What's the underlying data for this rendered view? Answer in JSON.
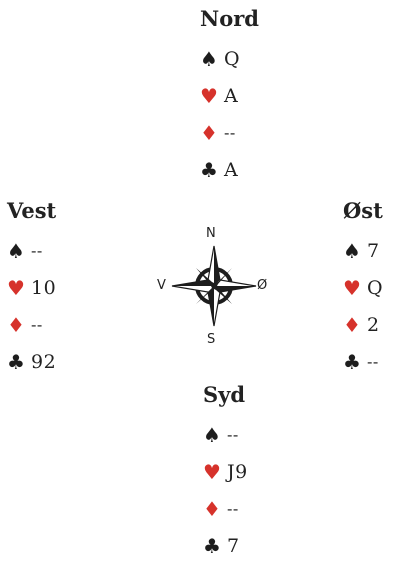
{
  "north": {
    "title": "Nord",
    "rows": [
      {
        "suit": "spade",
        "symbol": "♠",
        "color": "#1d1d1d",
        "cards": "Q"
      },
      {
        "suit": "heart",
        "symbol": "♥",
        "color": "#d6322b",
        "cards": "A"
      },
      {
        "suit": "diamond",
        "symbol": "♦",
        "color": "#d6322b",
        "cards": "--"
      },
      {
        "suit": "club",
        "symbol": "♣",
        "color": "#1d1d1d",
        "cards": "A"
      }
    ]
  },
  "west": {
    "title": "Vest",
    "rows": [
      {
        "suit": "spade",
        "symbol": "♠",
        "color": "#1d1d1d",
        "cards": "--"
      },
      {
        "suit": "heart",
        "symbol": "♥",
        "color": "#d6322b",
        "cards": "10"
      },
      {
        "suit": "diamond",
        "symbol": "♦",
        "color": "#d6322b",
        "cards": "--"
      },
      {
        "suit": "club",
        "symbol": "♣",
        "color": "#1d1d1d",
        "cards": "92"
      }
    ]
  },
  "east": {
    "title": "Øst",
    "rows": [
      {
        "suit": "spade",
        "symbol": "♠",
        "color": "#1d1d1d",
        "cards": "7"
      },
      {
        "suit": "heart",
        "symbol": "♥",
        "color": "#d6322b",
        "cards": "Q"
      },
      {
        "suit": "diamond",
        "symbol": "♦",
        "color": "#d6322b",
        "cards": "2"
      },
      {
        "suit": "club",
        "symbol": "♣",
        "color": "#1d1d1d",
        "cards": "--"
      }
    ]
  },
  "south": {
    "title": "Syd",
    "rows": [
      {
        "suit": "spade",
        "symbol": "♠",
        "color": "#1d1d1d",
        "cards": "--"
      },
      {
        "suit": "heart",
        "symbol": "♥",
        "color": "#d6322b",
        "cards": "J9"
      },
      {
        "suit": "diamond",
        "symbol": "♦",
        "color": "#d6322b",
        "cards": "--"
      },
      {
        "suit": "club",
        "symbol": "♣",
        "color": "#1d1d1d",
        "cards": "7"
      }
    ]
  },
  "compass": {
    "n": "N",
    "s": "S",
    "w": "V",
    "e": "Ø"
  }
}
